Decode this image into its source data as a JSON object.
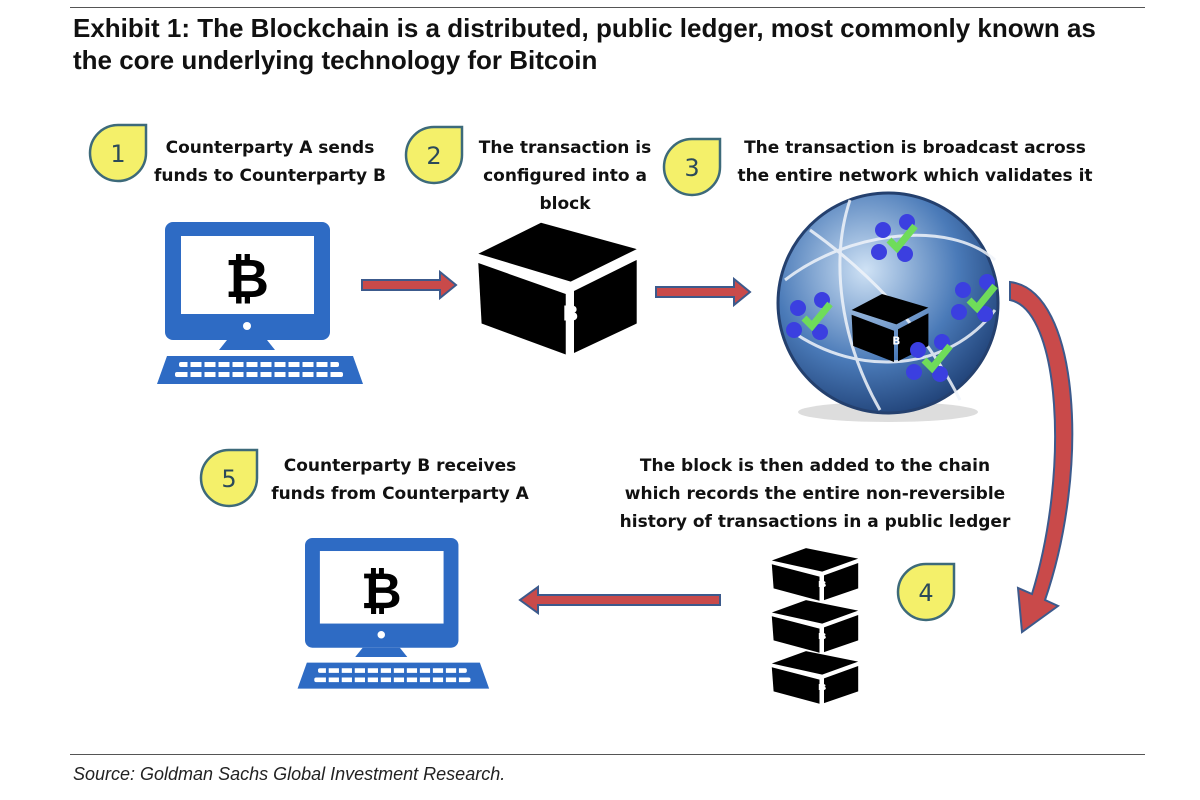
{
  "title": "Exhibit 1: The Blockchain is a distributed, public ledger, most commonly known as the core underlying technology for Bitcoin",
  "steps": [
    {
      "number": "1",
      "text": "Counterparty A sends\nfunds to Counterparty B"
    },
    {
      "number": "2",
      "text": "The transaction is\nconfigured into a\nblock"
    },
    {
      "number": "3",
      "text": "The transaction is broadcast across\nthe entire network which validates it"
    },
    {
      "number": "4",
      "text": "The block is then added to the chain\nwhich records the entire non-reversible\nhistory of transactions in a public ledger"
    },
    {
      "number": "5",
      "text": "Counterparty B receives\nfunds from Counterparty A"
    }
  ],
  "icon_glyph": "₿",
  "source": "Source: Goldman Sachs Global Investment Research.",
  "colors": {
    "badge": "#f4f06a",
    "badge_border": "#3d6a7a",
    "computer": "#2e6bc4",
    "arrow": "#c94a4a",
    "arrow_border": "#3c5a8c",
    "globe": "#3a6aa8",
    "check": "#6fdc5a",
    "node": "#3b3fe0"
  }
}
